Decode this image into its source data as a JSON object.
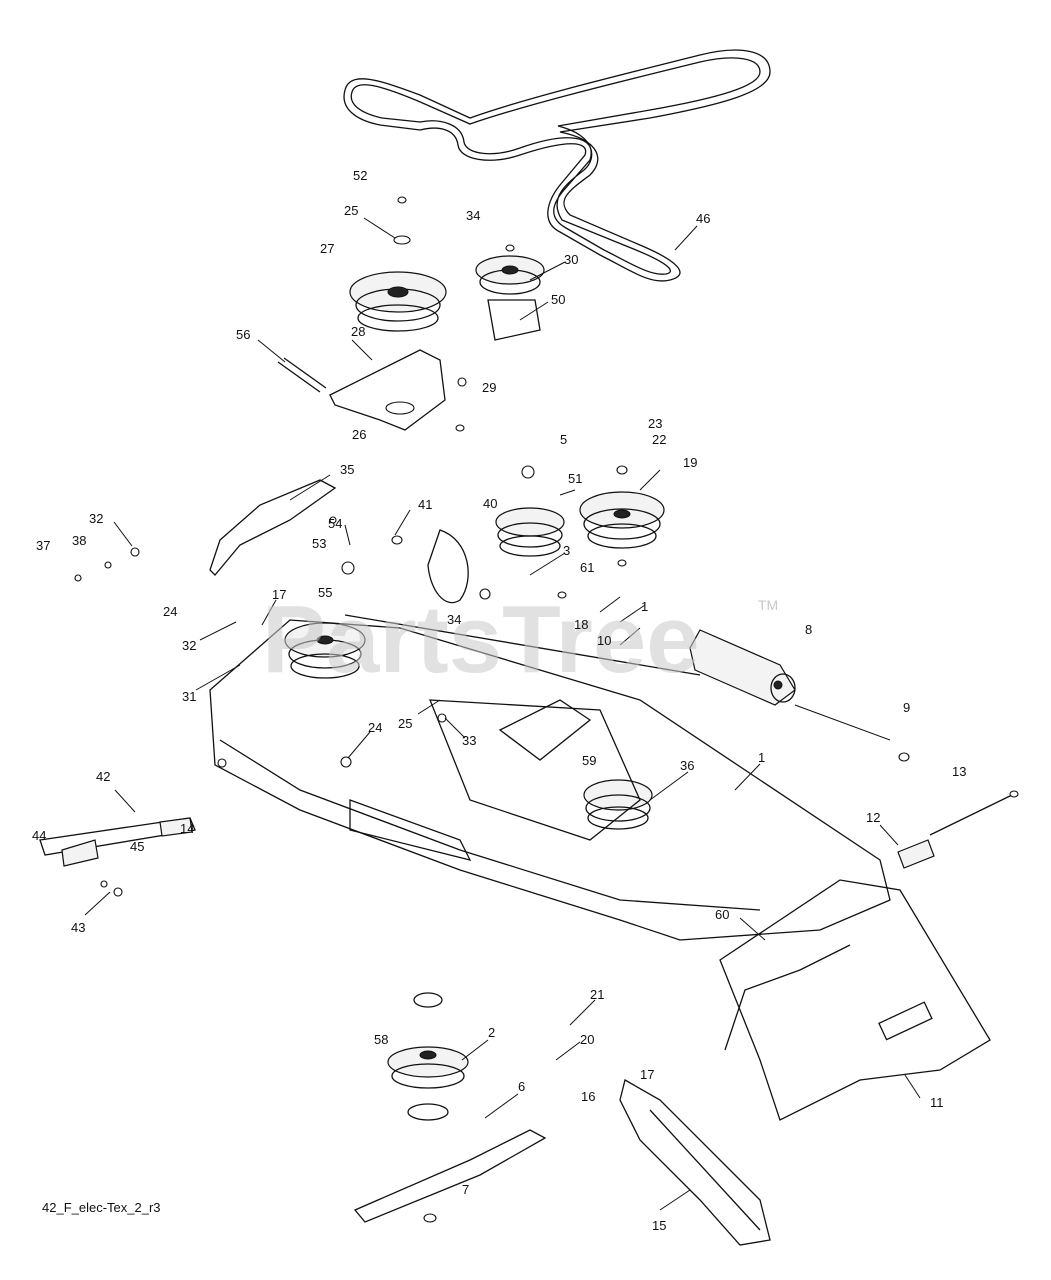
{
  "watermark": {
    "text": "PartsTree",
    "tm": "TM"
  },
  "caption": "42_F_elec-Tex_2_r3",
  "callouts": [
    "52",
    "25",
    "34",
    "27",
    "30",
    "46",
    "50",
    "56",
    "28",
    "29",
    "26",
    "23",
    "22",
    "5",
    "19",
    "35",
    "51",
    "40",
    "41",
    "54",
    "32",
    "37",
    "38",
    "53",
    "3",
    "61",
    "1",
    "17",
    "55",
    "34",
    "18",
    "10",
    "8",
    "24",
    "32",
    "31",
    "25",
    "33",
    "24",
    "9",
    "59",
    "36",
    "1",
    "13",
    "42",
    "44",
    "45",
    "14",
    "12",
    "43",
    "60",
    "21",
    "58",
    "2",
    "20",
    "16",
    "17",
    "11",
    "6",
    "7",
    "15"
  ]
}
